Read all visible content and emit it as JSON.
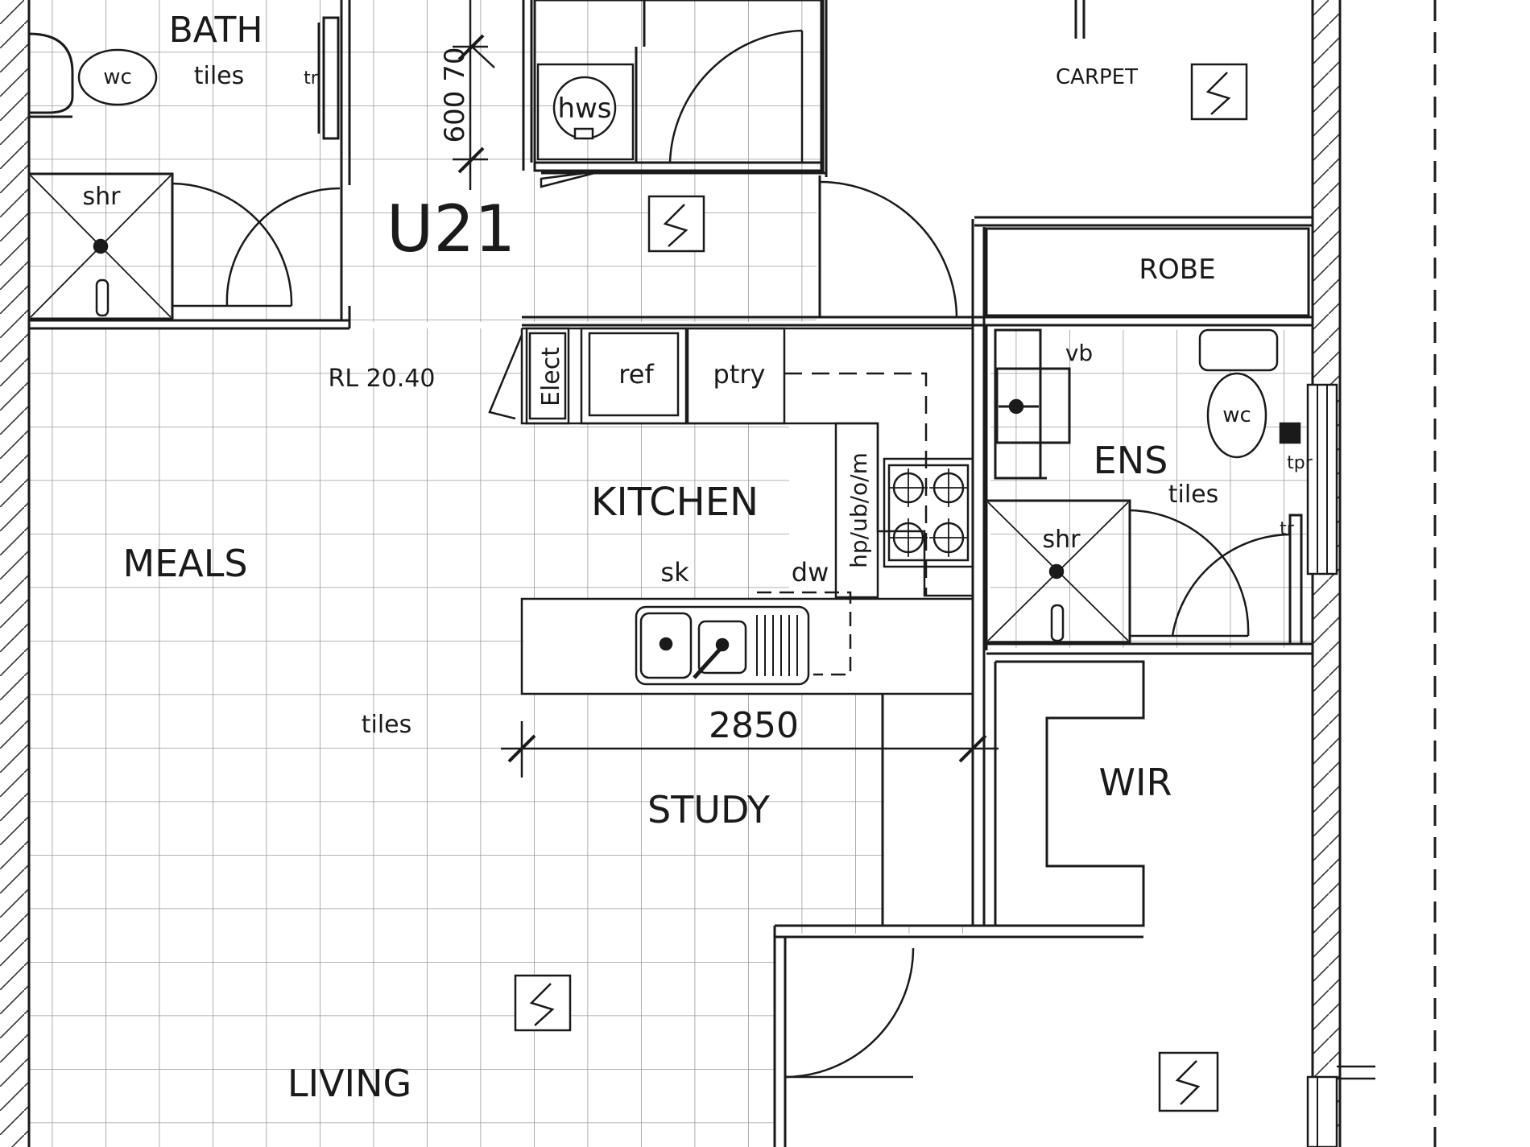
{
  "plan": {
    "unit_label": "U21",
    "level": "RL 20.40",
    "dimensions": {
      "clearance": "600 70",
      "kitchen_span": "2850"
    },
    "rooms": {
      "bath": "BATH",
      "meals": "MEALS",
      "kitchen": "KITCHEN",
      "study": "STUDY",
      "living": "LIVING",
      "ens": "ENS",
      "wir": "WIR",
      "robe": "ROBE",
      "carpet": "CARPET"
    },
    "fixtures": {
      "bath_wc": "wc",
      "bath_shr": "shr",
      "bath_tr": "tr",
      "hws": "hws",
      "elect": "Elect",
      "ref": "ref",
      "ptry": "ptry",
      "sk": "sk",
      "dw": "dw",
      "hp": "hp/ub/o/m",
      "vb": "vb",
      "ens_wc": "wc",
      "tpr": "tpr",
      "ens_tr": "tr",
      "ens_shr": "shr"
    },
    "finishes": {
      "bath_tiles": "tiles",
      "main_tiles": "tiles",
      "ens_tiles": "tiles"
    }
  }
}
